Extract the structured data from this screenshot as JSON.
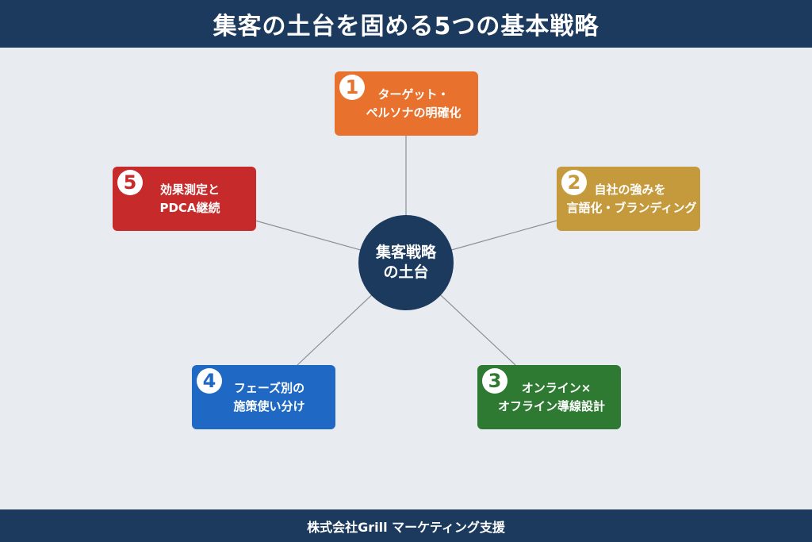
{
  "header": {
    "title": "集客の土台を固める5つの基本戦略"
  },
  "hub": {
    "line1": "集客戦略",
    "line2": "の土台"
  },
  "strategies": [
    {
      "number": "1",
      "line1": "ターゲット・",
      "line2": "ペルソナの明確化",
      "color": "#e9712e"
    },
    {
      "number": "2",
      "line1": "自社の強みを",
      "line2": "言語化・ブランディング",
      "color": "#c59a3c"
    },
    {
      "number": "3",
      "line1": "オンライン×",
      "line2": "オフライン導線設計",
      "color": "#2e7a32"
    },
    {
      "number": "4",
      "line1": "フェーズ別の",
      "line2": "施策使い分け",
      "color": "#1f69c4"
    },
    {
      "number": "5",
      "line1": "効果測定と",
      "line2": "PDCA継続",
      "color": "#c62a2a"
    }
  ],
  "footer": {
    "text": "株式会社Grill マーケティング支援"
  }
}
